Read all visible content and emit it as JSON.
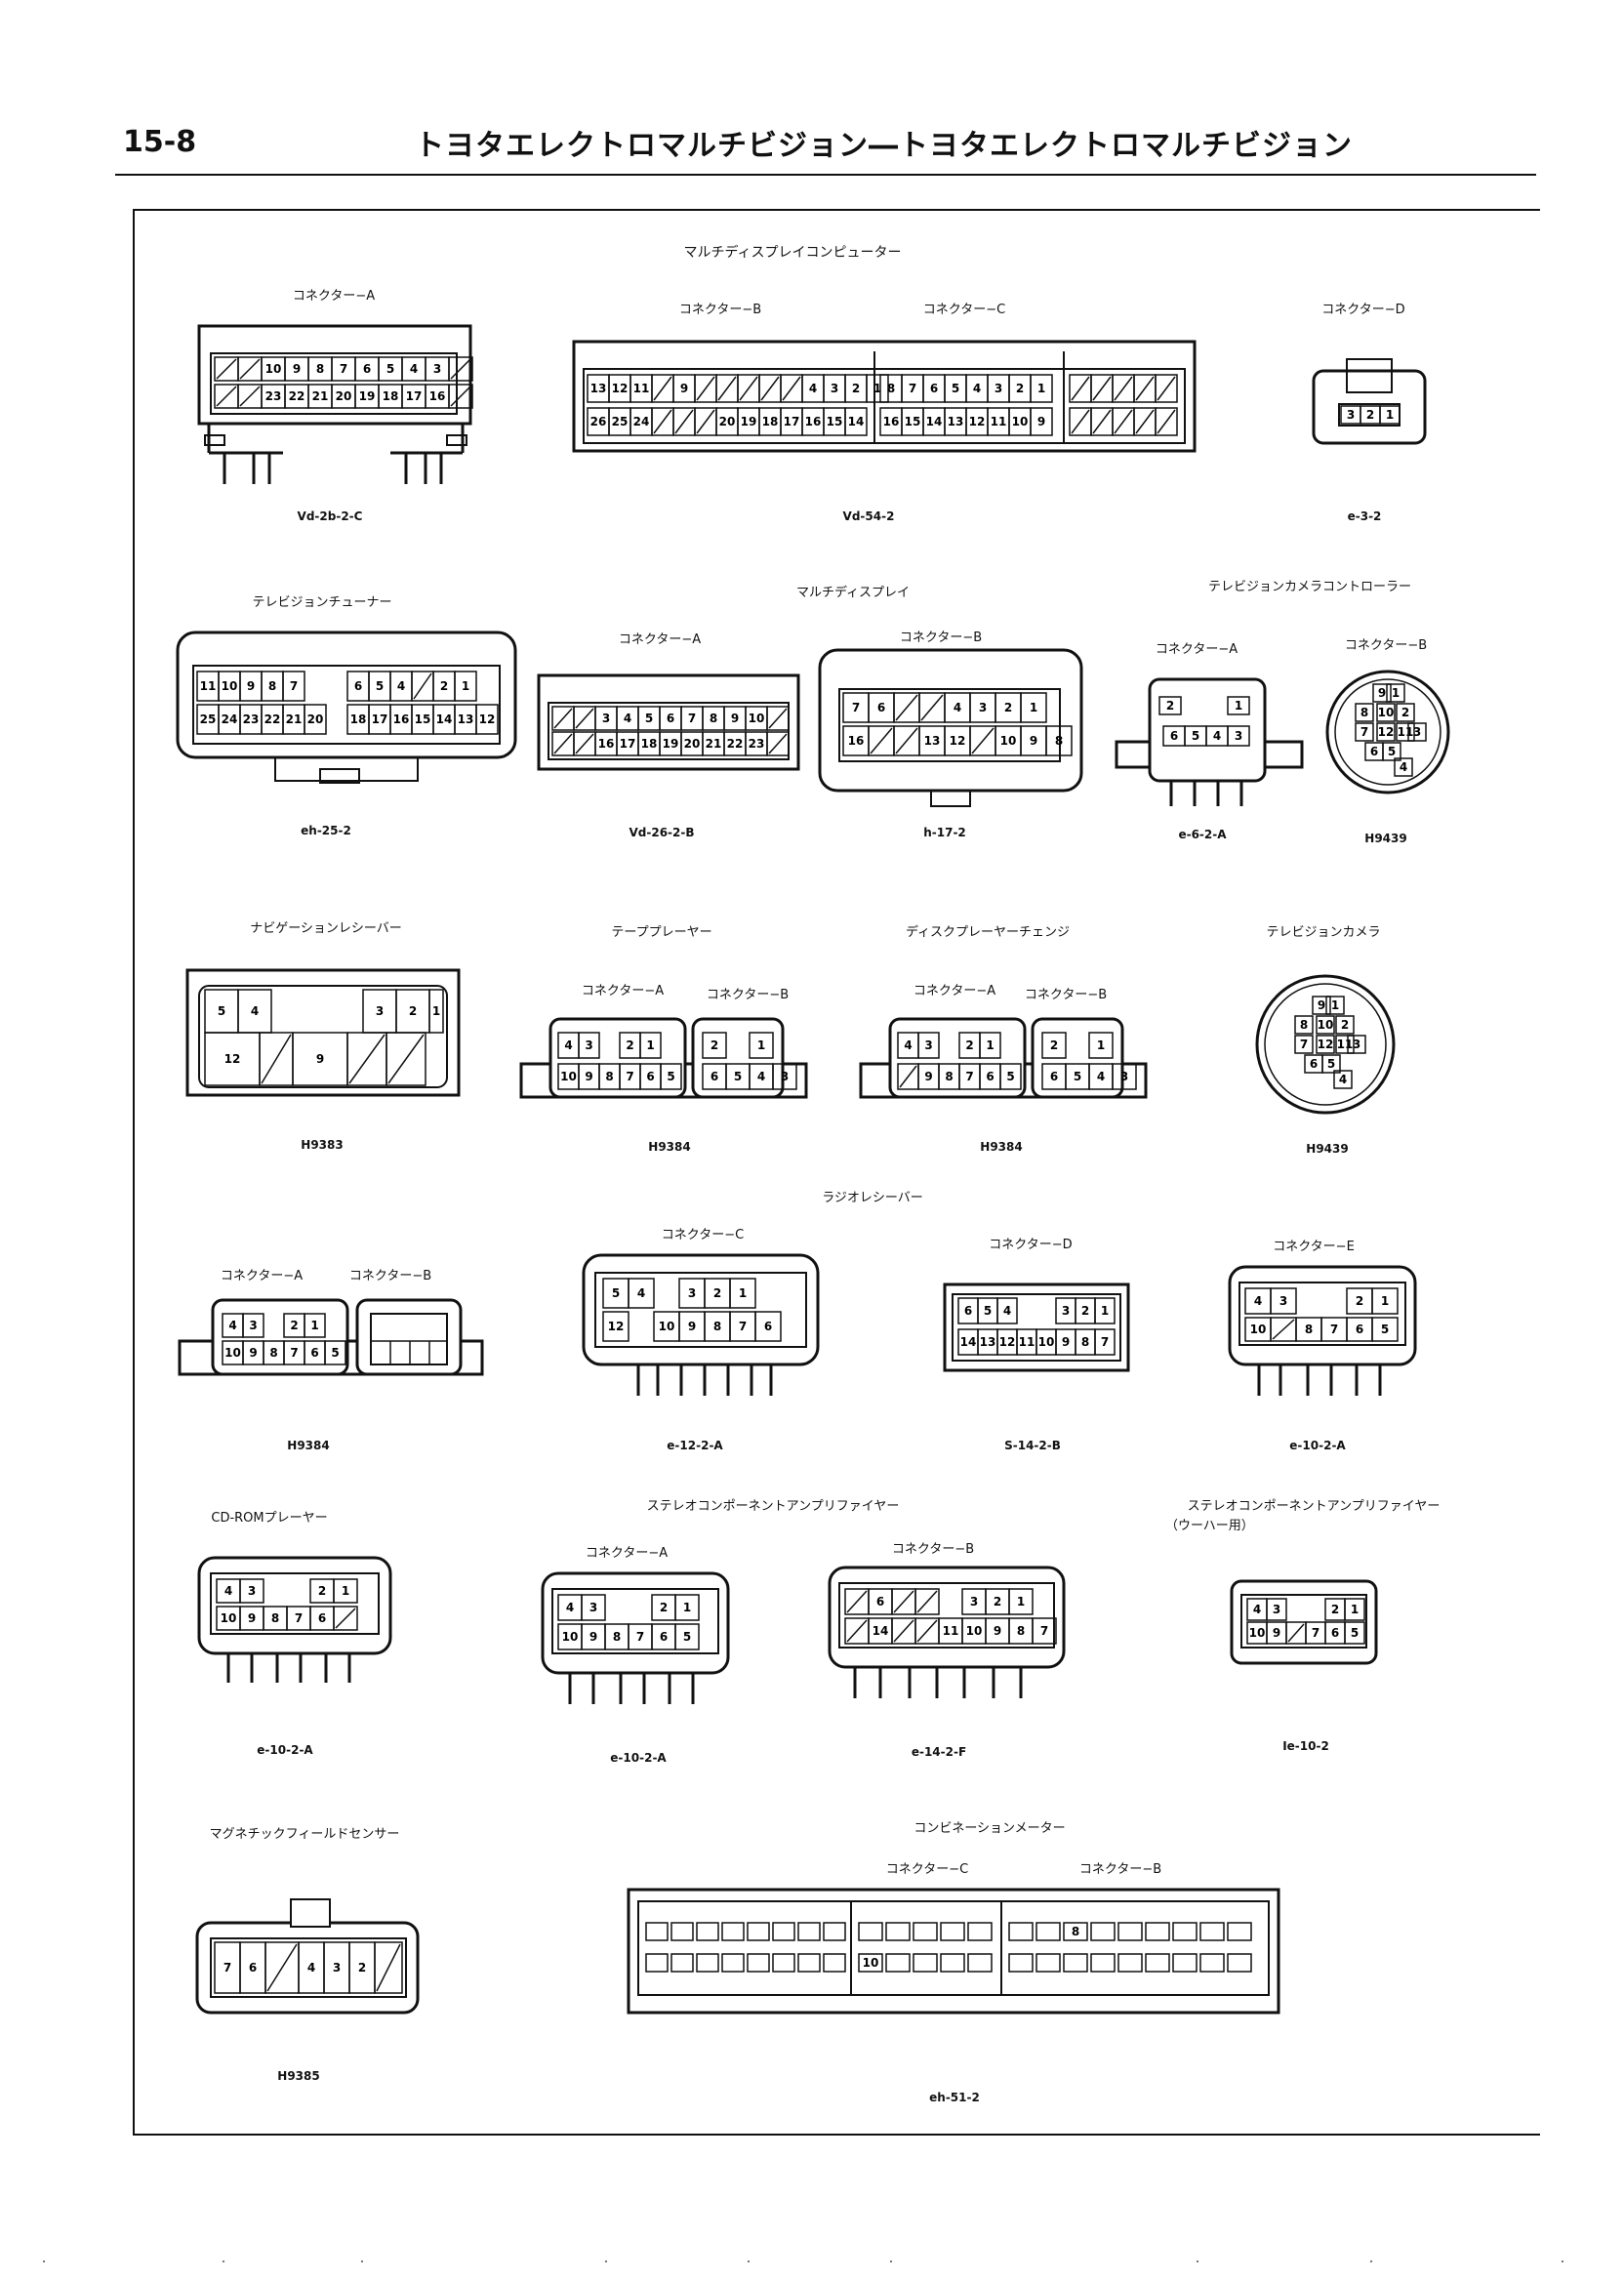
{
  "header": {
    "page_number": "15-8",
    "title": "トヨタエレクトロマルチビジョン―トヨタエレクトロマルチビジョン"
  },
  "sections": {
    "multi_display_computer": {
      "title": "マルチディスプレイコンピューター",
      "connector_a": "コネクター−A",
      "connector_b": "コネクター−B",
      "connector_c": "コネクター−C",
      "connector_d": "コネクター−D",
      "code_a": "Vd-2b-2-C",
      "code_bc": "Vd-54-2",
      "code_d": "e-3-2",
      "a_row1": [
        "10",
        "9",
        "8",
        "7",
        "6",
        "5",
        "4",
        "3"
      ],
      "a_row2": [
        "23",
        "22",
        "21",
        "20",
        "19",
        "18",
        "17",
        "16"
      ],
      "b_row1": [
        "13",
        "12",
        "11",
        "9",
        "4",
        "3",
        "2",
        "1"
      ],
      "b_row2": [
        "26",
        "25",
        "24",
        "20",
        "19",
        "18",
        "17",
        "16",
        "15",
        "14"
      ],
      "c_row1": [
        "8",
        "7",
        "6",
        "5",
        "4",
        "3",
        "2",
        "1"
      ],
      "c_row2": [
        "16",
        "15",
        "14",
        "13",
        "12",
        "11",
        "10",
        "9"
      ],
      "d_row": [
        "3",
        "2",
        "1"
      ]
    },
    "tv_tuner": {
      "title": "テレビジョンチューナー",
      "code": "eh-25-2",
      "row1": [
        "11",
        "10",
        "9",
        "8",
        "7",
        "6",
        "5",
        "4",
        "2",
        "1"
      ],
      "row2": [
        "25",
        "24",
        "23",
        "22",
        "21",
        "20",
        "18",
        "17",
        "16",
        "15",
        "14",
        "13",
        "12"
      ]
    },
    "multi_display": {
      "title": "マルチディスプレイ",
      "connector_a": "コネクター−A",
      "connector_b": "コネクター−B",
      "code_a": "Vd-26-2-B",
      "code_b": "h-17-2",
      "a_row1": [
        "3",
        "4",
        "5",
        "6",
        "7",
        "8",
        "9",
        "10"
      ],
      "a_row2": [
        "16",
        "17",
        "18",
        "19",
        "20",
        "21",
        "22",
        "23"
      ],
      "b_row1": [
        "7",
        "6",
        "4",
        "3",
        "2",
        "1"
      ],
      "b_row2": [
        "16",
        "13",
        "12",
        "10",
        "9",
        "8"
      ]
    },
    "tv_camera_controller": {
      "title": "テレビジョンカメラコントローラー",
      "connector_a": "コネクター−A",
      "connector_b": "コネクター−B",
      "code_a": "e-6-2-A",
      "code_b": "H9439",
      "a_row1": [
        "2",
        "1"
      ],
      "a_row2": [
        "6",
        "5",
        "4",
        "3"
      ],
      "b_pins": [
        "9",
        "1",
        "8",
        "10",
        "2",
        "7",
        "12",
        "11",
        "3",
        "6",
        "5",
        "4"
      ]
    },
    "navigation_receiver": {
      "title": "ナビゲーションレシーバー",
      "code": "H9383",
      "pins": [
        "5",
        "4",
        "3",
        "2",
        "1",
        "12",
        "9"
      ]
    },
    "tape_player": {
      "title": "テーププレーヤー",
      "connector_a": "コネクター−A",
      "connector_b": "コネクター−B",
      "code": "H9384",
      "a_row1": [
        "4",
        "3",
        "2",
        "1"
      ],
      "a_row2": [
        "10",
        "9",
        "8",
        "7",
        "6",
        "5"
      ],
      "b_row1": [
        "2",
        "1"
      ],
      "b_row2": [
        "6",
        "5",
        "4",
        "3"
      ]
    },
    "disc_changer": {
      "title": "ディスクプレーヤーチェンジ",
      "connector_a": "コネクター−A",
      "connector_b": "コネクター−B",
      "code": "H9384",
      "a_row1": [
        "4",
        "3",
        "2",
        "1"
      ],
      "a_row2": [
        "9",
        "8",
        "7",
        "6",
        "5"
      ],
      "b_row1": [
        "2",
        "1"
      ],
      "b_row2": [
        "6",
        "5",
        "4",
        "3"
      ]
    },
    "tv_camera": {
      "title": "テレビジョンカメラ",
      "code": "H9439",
      "pins": [
        "9",
        "1",
        "8",
        "10",
        "2",
        "7",
        "12",
        "11",
        "3",
        "6",
        "5",
        "4"
      ]
    },
    "radio_receiver": {
      "title": "ラジオレシーバー",
      "connector_a": "コネクター−A",
      "connector_b": "コネクター−B",
      "connector_c": "コネクター−C",
      "connector_d": "コネクター−D",
      "connector_e": "コネクター−E",
      "code_ab": "H9384",
      "code_c": "e-12-2-A",
      "code_d": "S-14-2-B",
      "code_e": "e-10-2-A",
      "a_row1": [
        "4",
        "3",
        "2",
        "1"
      ],
      "a_row2": [
        "10",
        "9",
        "8",
        "7",
        "6",
        "5"
      ],
      "c_row1": [
        "5",
        "4",
        "3",
        "2",
        "1"
      ],
      "c_row2": [
        "12",
        "10",
        "9",
        "8",
        "7",
        "6"
      ],
      "d_row1": [
        "6",
        "5",
        "4",
        "3",
        "2",
        "1"
      ],
      "d_row2": [
        "14",
        "13",
        "12",
        "11",
        "10",
        "9",
        "8",
        "7"
      ],
      "e_row1": [
        "4",
        "3",
        "2",
        "1"
      ],
      "e_row2": [
        "10",
        "8",
        "7",
        "6",
        "5"
      ]
    },
    "cdrom_player": {
      "title": "CD-ROMプレーヤー",
      "code": "e-10-2-A",
      "row1": [
        "4",
        "3",
        "2",
        "1"
      ],
      "row2": [
        "10",
        "9",
        "8",
        "7",
        "6"
      ]
    },
    "stereo_amp": {
      "title": "ステレオコンポーネントアンプリファイヤー",
      "connector_a": "コネクター−A",
      "connector_b": "コネクター−B",
      "code_a": "e-10-2-A",
      "code_b": "e-14-2-F",
      "a_row1": [
        "4",
        "3",
        "2",
        "1"
      ],
      "a_row2": [
        "10",
        "9",
        "8",
        "7",
        "6",
        "5"
      ],
      "b_row1": [
        "6",
        "3",
        "2",
        "1"
      ],
      "b_row2": [
        "14",
        "11",
        "10",
        "9",
        "8",
        "7"
      ]
    },
    "stereo_amp_woofer": {
      "title": "ステレオコンポーネントアンプリファイヤー",
      "subtitle": "（ウーハー用）",
      "code": "Ie-10-2",
      "row1": [
        "4",
        "3",
        "2",
        "1"
      ],
      "row2": [
        "10",
        "9",
        "7",
        "6",
        "5"
      ]
    },
    "magnetic_sensor": {
      "title": "マグネチックフィールドセンサー",
      "code": "H9385",
      "pins": [
        "7",
        "6",
        "4",
        "3",
        "2"
      ]
    },
    "combination_meter": {
      "title": "コンビネーションメーター",
      "connector_c": "コネクター−C",
      "connector_b": "コネクター−B",
      "code": "eh-51-2",
      "pin_c": "10",
      "pin_b": "8"
    }
  }
}
